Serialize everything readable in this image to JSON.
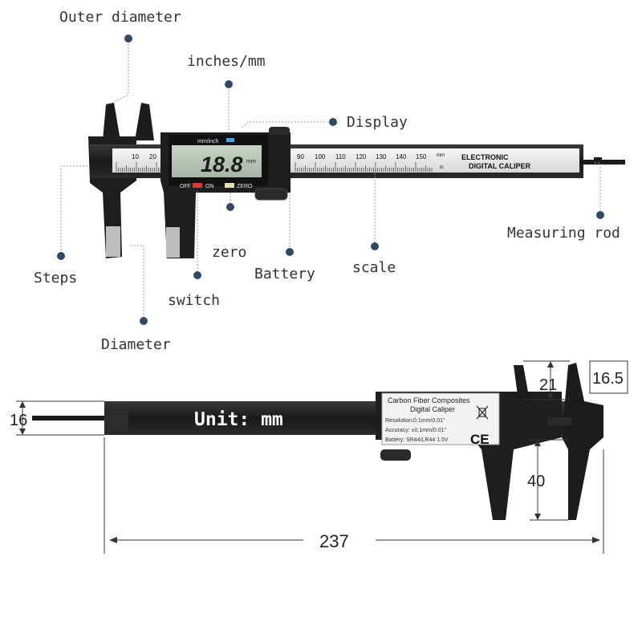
{
  "labels": {
    "outer_diameter": "Outer diameter",
    "inches_mm": "inches/mm",
    "display": "Display",
    "measuring_rod": "Measuring rod",
    "steps": "Steps",
    "zero": "zero",
    "battery": "Battery",
    "scale": "scale",
    "switch": "switch",
    "diameter": "Diameter"
  },
  "caliper_top": {
    "lcd_reading": "18.8",
    "lcd_unit": "mm",
    "mode_label": "mm/inch",
    "off_label": "OFF",
    "on_label": "ON",
    "zero_label": "ZERO",
    "brand_line1": "ELECTRONIC",
    "brand_line2": "DIGITAL CALIPER",
    "scale_numbers": [
      "10",
      "20",
      "90",
      "100",
      "110",
      "120",
      "130",
      "140",
      "150"
    ],
    "scale_unit_mm": "mm",
    "scale_unit_in": "in"
  },
  "caliper_bottom": {
    "unit_text": "Unit: mm",
    "spec_title1": "Carbon Fiber Composites",
    "spec_title2": "Digital Caliper",
    "spec_resolution": "Resolution:0.1mm/0.01\"",
    "spec_accuracy": "Accuracy: ±0.1mm/0.01\"",
    "spec_battery": "Battery: SR44/LR44 1.5V",
    "ce_mark": "CE"
  },
  "dimensions": {
    "rod_thickness": "16",
    "inner_jaw_length": "21",
    "inner_jaw_width": "16.5",
    "outer_jaw_length": "40",
    "total_length": "237"
  },
  "colors": {
    "body": "#1c1c1c",
    "lcd": "#b9c6b8",
    "marker": "#2f4a66",
    "on_button": "#d63a3a",
    "zero_button": "#e8dfb0"
  }
}
